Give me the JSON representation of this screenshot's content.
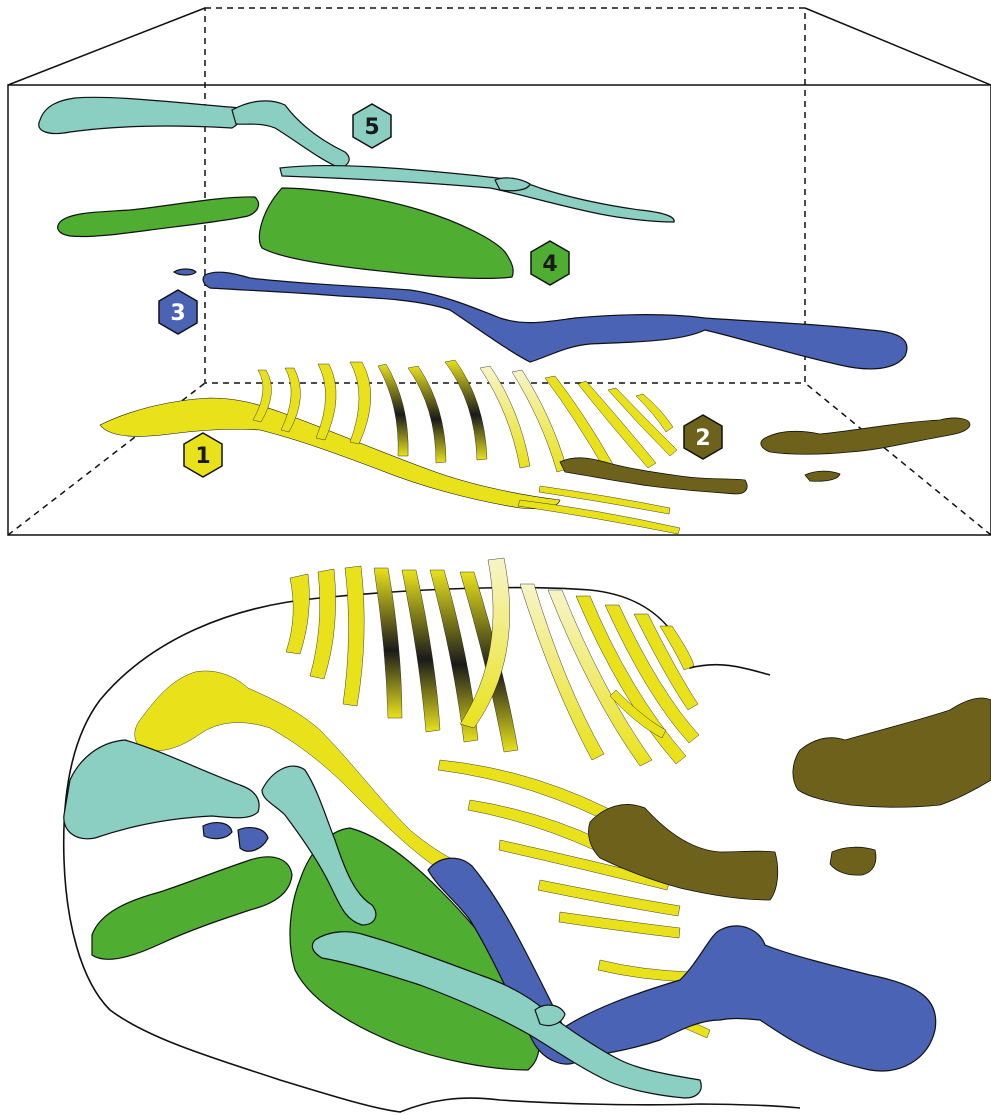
{
  "colors": {
    "group1_yellow": "#E9E21B",
    "group1_pale": "#F3EFA6",
    "group2_olive": "#6E611C",
    "group3_blue": "#4A63B4",
    "group4_green": "#4FAE32",
    "group5_teal": "#8ACFC2",
    "outline": "#111111"
  },
  "labels": [
    {
      "id": "1",
      "text": "1"
    },
    {
      "id": "2",
      "text": "2"
    },
    {
      "id": "3",
      "text": "3"
    },
    {
      "id": "4",
      "text": "4"
    },
    {
      "id": "5",
      "text": "5"
    }
  ]
}
